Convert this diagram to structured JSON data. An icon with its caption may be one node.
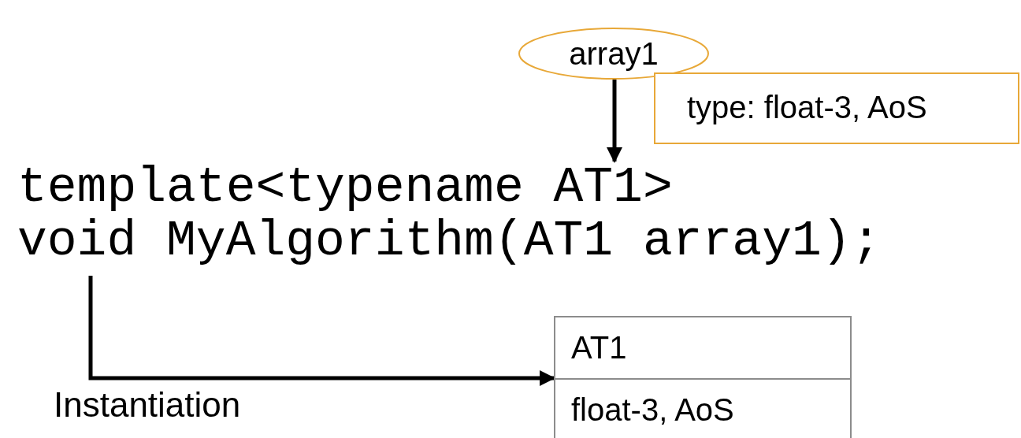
{
  "diagram": {
    "nodes": [
      {
        "text": [
          "array1"
        ]
      },
      {
        "text": [
          "type: float-3, AoS"
        ]
      },
      {
        "text": [
          "template<typename AT1>",
          "void MyAlgorithm(AT1 array1);"
        ]
      },
      {
        "text": [
          "AT1",
          "float-3, AoS"
        ]
      }
    ],
    "edges": [
      {
        "from": 0,
        "to": 2,
        "arrow": "to"
      },
      {
        "from": 2,
        "to": 3,
        "arrow": "to",
        "label": "Instantiation"
      }
    ]
  }
}
